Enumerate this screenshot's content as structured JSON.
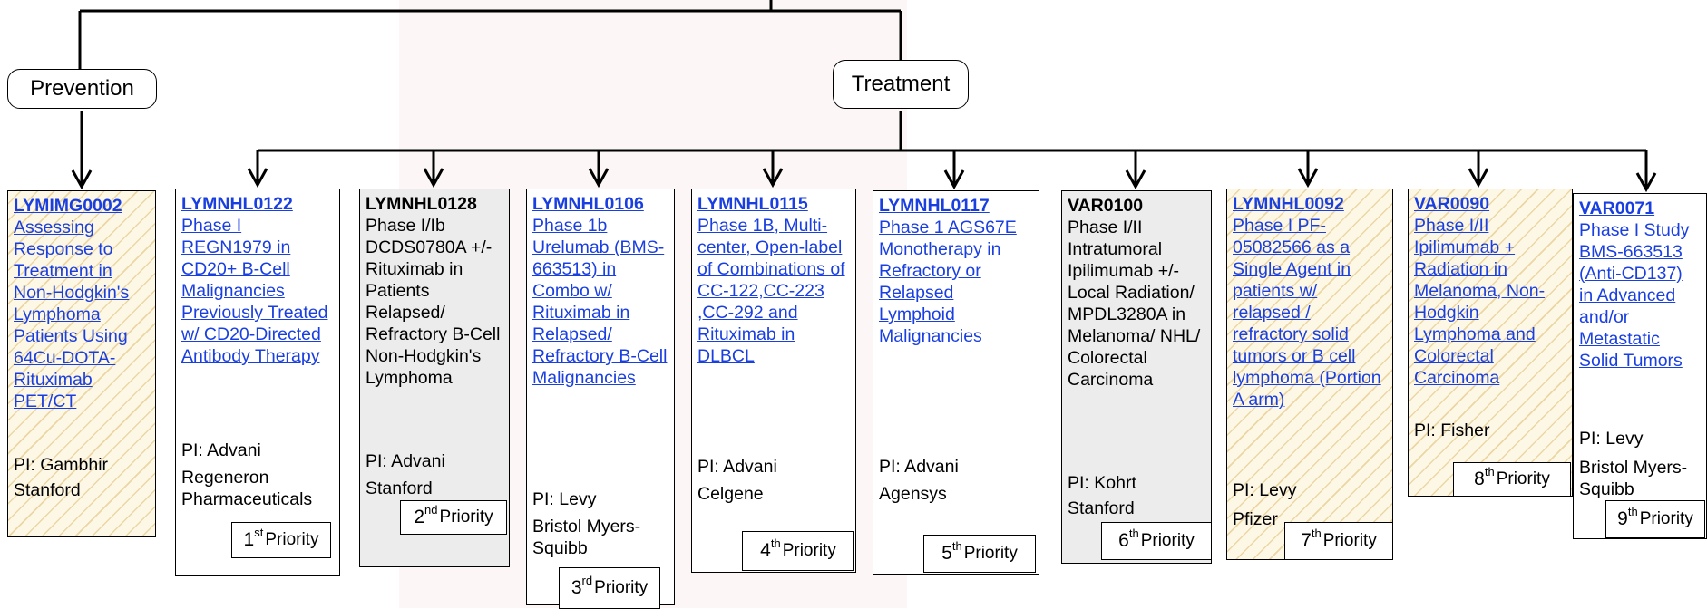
{
  "roots": {
    "prevention": "Prevention",
    "treatment": "Treatment"
  },
  "cards": [
    {
      "code": "LYMIMG0002",
      "desc": "Assessing Response to Treatment in Non-Hodgkin's Lymphoma Patients Using 64Cu-DOTA-Rituximab PET/CT",
      "pi": "PI:  Gambhir",
      "sponsor": "Stanford",
      "priority": "",
      "style": "hatch",
      "linked": true
    },
    {
      "code": "LYMNHL0122",
      "desc": "Phase I REGN1979 in CD20+ B-Cell Malignancies Previously Treated w/ CD20-Directed Antibody Therapy",
      "pi": "PI:  Advani",
      "sponsor": "Regeneron Pharmaceuticals",
      "priority": {
        "n": "1",
        "suf": "st",
        "word": "Priority"
      },
      "style": "plain",
      "linked": true
    },
    {
      "code": "LYMNHL0128",
      "desc": "Phase I/Ib DCDS0780A +/- Rituximab in Patients Relapsed/ Refractory B-Cell Non-Hodgkin's Lymphoma",
      "pi": "PI:  Advani",
      "sponsor": "Stanford",
      "priority": {
        "n": "2",
        "suf": "nd",
        "word": "Priority"
      },
      "style": "gray",
      "linked": false
    },
    {
      "code": "LYMNHL0106",
      "desc": "Phase 1b Urelumab (BMS-663513) in Combo w/ Rituximab in Relapsed/ Refractory B-Cell Malignancies",
      "pi": "PI:  Levy",
      "sponsor": "Bristol Myers-Squibb",
      "priority": {
        "n": "3",
        "suf": "rd",
        "word": "Priority"
      },
      "style": "plain",
      "linked": true
    },
    {
      "code": "LYMNHL0115",
      "desc": "Phase 1B, Multi-center, Open-label of Combinations of CC-122,CC-223 ,CC-292 and Rituximab in DLBCL",
      "pi": "PI:  Advani",
      "sponsor": "Celgene",
      "priority": {
        "n": "4",
        "suf": "th",
        "word": "Priority"
      },
      "style": "plain",
      "linked": true
    },
    {
      "code": "LYMNHL0117",
      "desc": "Phase 1 AGS67E Monotherapy in Refractory or Relapsed Lymphoid Malignancies",
      "pi": "PI:  Advani",
      "sponsor": "Agensys",
      "priority": {
        "n": "5",
        "suf": "th",
        "word": "Priority"
      },
      "style": "plain",
      "linked": true
    },
    {
      "code": "VAR0100",
      "desc": "Phase I/II Intratumoral Ipilimumab +/- Local Radiation/ MPDL3280A in Melanoma/ NHL/ Colorectal Carcinoma",
      "pi": "PI:  Kohrt",
      "sponsor": "Stanford",
      "priority": {
        "n": "6",
        "suf": "th",
        "word": "Priority"
      },
      "style": "gray",
      "linked": false
    },
    {
      "code": "LYMNHL0092",
      "desc": "Phase I PF-05082566 as a Single Agent in patients w/ relapsed / refractory solid tumors or B cell lymphoma (Portion A arm)",
      "pi": "PI:  Levy",
      "sponsor": "Pfizer",
      "priority": {
        "n": "7",
        "suf": "th",
        "word": "Priority"
      },
      "style": "hatch",
      "linked": true
    },
    {
      "code": "VAR0090",
      "desc": "Phase I/II Ipilimumab + Radiation in Melanoma, Non-Hodgkin Lymphoma and Colorectal Carcinoma",
      "pi": "PI:  Fisher",
      "sponsor": "",
      "priority": {
        "n": "8",
        "suf": "th",
        "word": "Priority"
      },
      "style": "hatch",
      "linked": true
    },
    {
      "code": "VAR0071",
      "desc": "Phase I Study BMS-663513 (Anti-CD137) in Advanced and/or Metastatic Solid Tumors",
      "pi": "PI:  Levy",
      "sponsor": "Bristol Myers-Squibb",
      "priority": {
        "n": "9",
        "suf": "th",
        "word": "Priority"
      },
      "style": "plain",
      "linked": true
    }
  ]
}
